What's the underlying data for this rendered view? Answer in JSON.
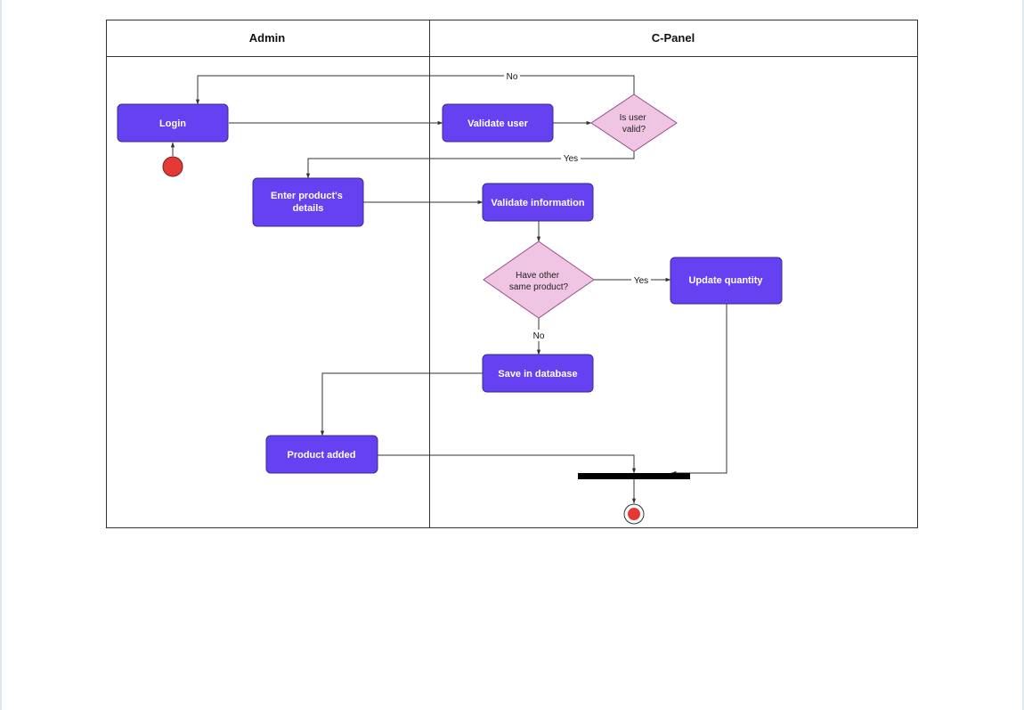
{
  "lanes": {
    "admin": "Admin",
    "cpanel": "C-Panel"
  },
  "nodes": {
    "login": [
      "Login"
    ],
    "validate_user": [
      "Validate user"
    ],
    "enter_details": [
      "Enter product's",
      "details"
    ],
    "validate_info": [
      "Validate information"
    ],
    "update_quantity": [
      "Update quantity"
    ],
    "save_db": [
      "Save in database"
    ],
    "product_added": [
      "Product added"
    ]
  },
  "decisions": {
    "is_user_valid": [
      "Is user",
      "valid?"
    ],
    "have_same_product": [
      "Have other",
      "same product?"
    ]
  },
  "edge_labels": {
    "no_login": "No",
    "yes_user": "Yes",
    "yes_product": "Yes",
    "no_product": "No"
  },
  "colors": {
    "activity_fill": "#6541f2",
    "activity_stroke": "#3b2a8c",
    "decision_fill": "#efc5e3",
    "decision_stroke": "#9a4a87",
    "start_fill": "#e53935",
    "end_fill": "#e53935",
    "fork_bar": "#000000",
    "line": "#333333"
  }
}
